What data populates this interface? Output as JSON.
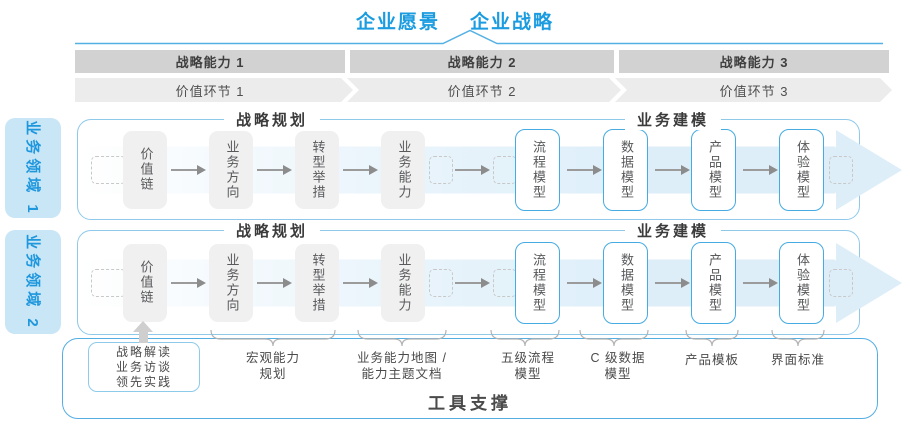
{
  "header": {
    "vision": "企业愿景",
    "strategy": "企业战略"
  },
  "strategic_capabilities": [
    "战略能力 1",
    "战略能力 2",
    "战略能力 3"
  ],
  "value_links": [
    "价值环节 1",
    "价值环节 2",
    "价值环节 3"
  ],
  "rows": [
    {
      "domain": "业务领域 1",
      "sections": {
        "planning": "战略规划",
        "modeling": "业务建模"
      },
      "boxes": [
        "价值链",
        "业务方向",
        "转型举措",
        "业务能力",
        "流程模型",
        "数据模型",
        "产品模型",
        "体验模型"
      ]
    },
    {
      "domain": "业务领域 2",
      "sections": {
        "planning": "战略规划",
        "modeling": "业务建模"
      },
      "boxes": [
        "价值链",
        "业务方向",
        "转型举措",
        "业务能力",
        "流程模型",
        "数据模型",
        "产品模型",
        "体验模型"
      ]
    }
  ],
  "annotations": {
    "inputs_box_lines": [
      "战略解读",
      "业务访谈",
      "领先实践"
    ],
    "items": [
      {
        "lines": [
          "宏观能力",
          "规划"
        ]
      },
      {
        "lines": [
          "业务能力地图 /",
          "能力主题文档"
        ]
      },
      {
        "lines": [
          "五级流程",
          "模型"
        ]
      },
      {
        "lines": [
          "C 级数据",
          "模型"
        ]
      },
      {
        "lines": [
          "产品模板"
        ]
      },
      {
        "lines": [
          "界面标准"
        ]
      }
    ]
  },
  "footer": {
    "tool_support": "工具支撑"
  },
  "colors": {
    "accent": "#1b9ce0",
    "bar_bg": "#d2d2d2",
    "chevron_bg": "#ececec",
    "row_border": "#8fc9ea",
    "blue_box_border": "#45abe2",
    "gray_box_bg": "#f0f0f0",
    "big_arrow": "#ddeef9",
    "sidebar_bg": "#c9e6f7",
    "tool_border": "#55aee2"
  }
}
